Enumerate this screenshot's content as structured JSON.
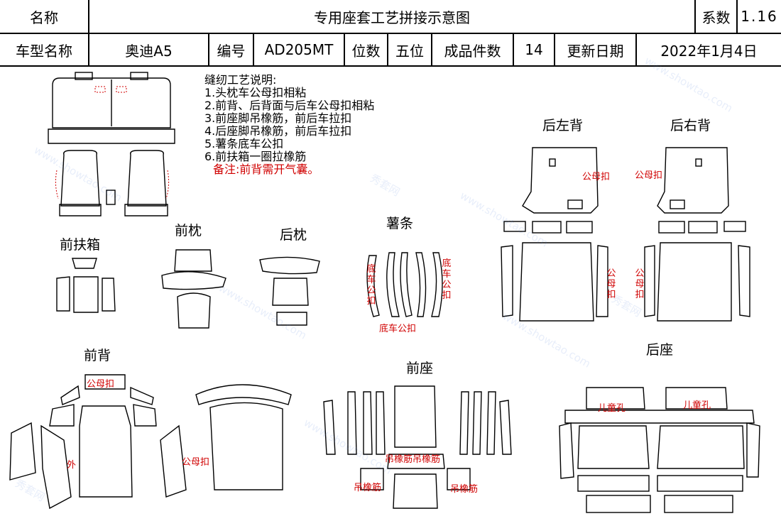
{
  "header": {
    "name_label": "名称",
    "title": "专用座套工艺拼接示意图",
    "coef_label": "系数",
    "coef_value": "1.16",
    "model_label": "车型名称",
    "model_value": "奥迪A5",
    "code_label": "编号",
    "code_value": "AD205MT",
    "seats_label": "位数",
    "seats_value": "五位",
    "pieces_label": "成品件数",
    "pieces_value": "14",
    "update_label": "更新日期",
    "update_value": "2022年1月4日"
  },
  "notes": {
    "title": "缝纫工艺说明:",
    "items": [
      "1.头枕车公母扣相粘",
      "2.前背、后背面与后车公母扣相粘",
      "3.前座脚吊橡筋，前后车拉扣",
      "4.后座脚吊橡筋，前后车拉扣",
      "5.薯条底车公扣",
      "6.前扶箱一圈拉橡筋"
    ],
    "remark": "备注:前背需开气囊。"
  },
  "sections": {
    "front_armrest": "前扶箱",
    "front_headrest": "前枕",
    "rear_headrest": "后枕",
    "strips": "薯条",
    "rear_left_back": "后左背",
    "rear_right_back": "后右背",
    "front_back": "前背",
    "front_seat": "前座",
    "rear_seat": "后座"
  },
  "annotations": {
    "snap": "公母扣",
    "bottom_snap": "底车公扣",
    "outer": "外",
    "elastic": "吊橡筋",
    "elastic_double": "吊橡筋吊橡筋",
    "child_hole": "儿童孔"
  },
  "watermark": {
    "site": "www.showtao.com",
    "brand": "秀套网"
  }
}
